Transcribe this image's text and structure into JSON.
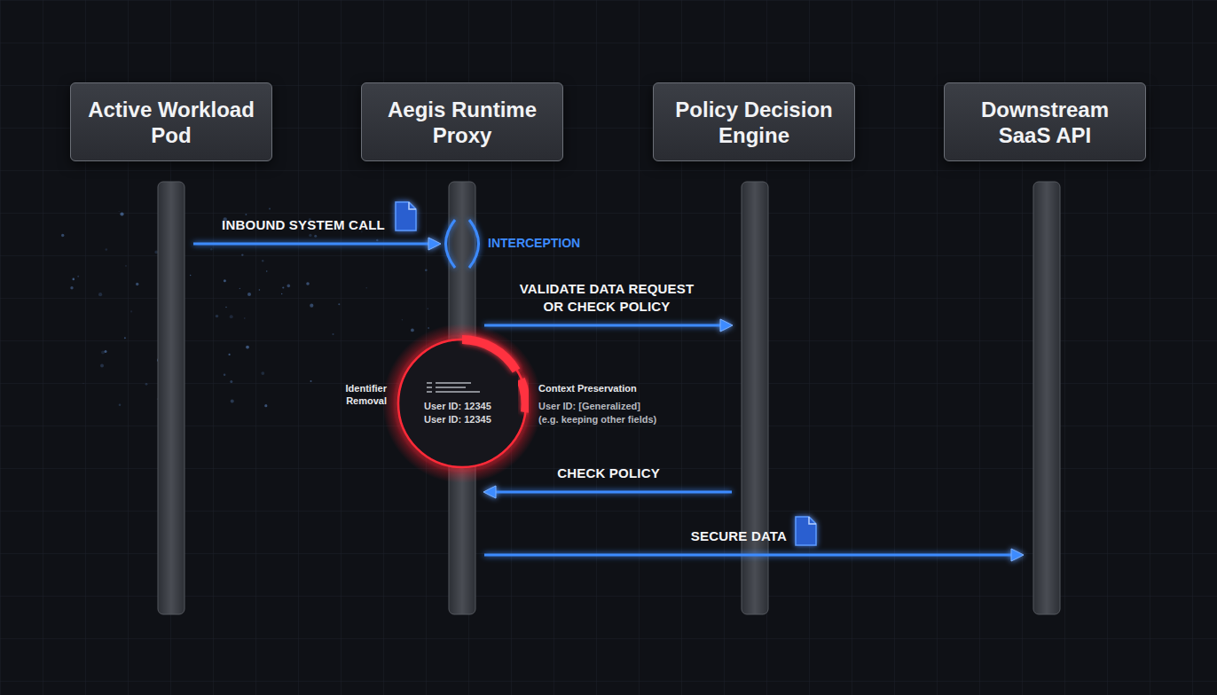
{
  "diagram": {
    "nodes": [
      {
        "text": [
          "Active Workload Pod"
        ]
      },
      {
        "text": [
          "Aegis Runtime Proxy"
        ]
      },
      {
        "text": [
          "Policy Decision Engine"
        ]
      },
      {
        "text": [
          "Downstream SaaS API"
        ]
      }
    ],
    "edges": [
      {
        "from": 0,
        "to": 1,
        "label": "INBOUND SYSTEM CALL",
        "arrow": "to"
      },
      {
        "from": 1,
        "to": 2,
        "label": "VALIDATE DATA REQUEST OR CHECK POLICY",
        "arrow": "to"
      },
      {
        "from": 2,
        "to": 1,
        "label": "CHECK POLICY",
        "arrow": "to"
      },
      {
        "from": 1,
        "to": 3,
        "label": "SECURE DATA",
        "arrow": "to"
      }
    ],
    "labels": [
      "INTERCEPTION",
      "Identifier Removal",
      "User ID: 12345",
      "User ID: 12345",
      "Context Preservation",
      "User ID: [Generalized]",
      "(e.g. keeping other fields)"
    ]
  }
}
